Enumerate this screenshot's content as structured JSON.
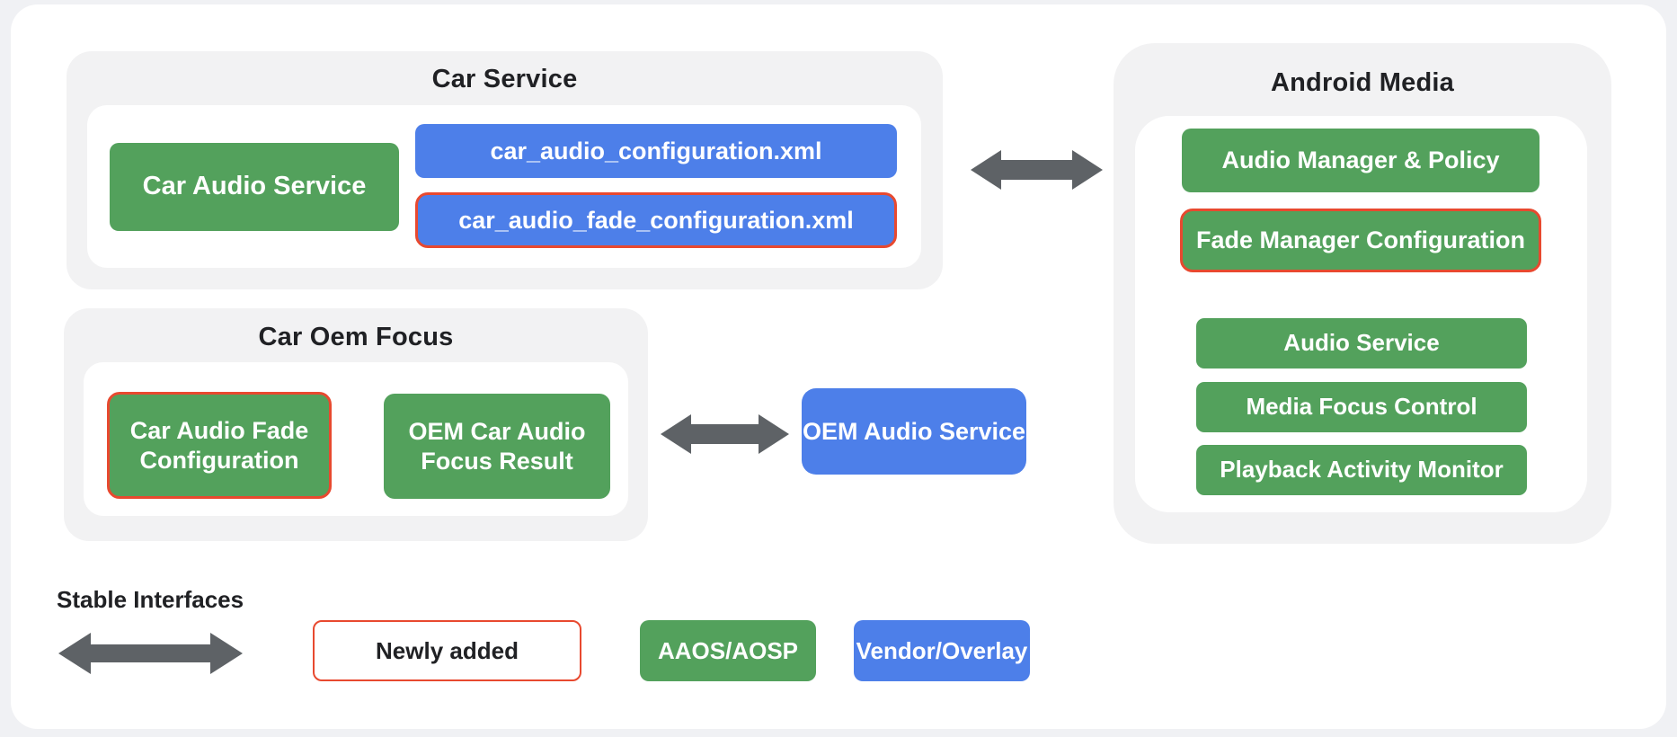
{
  "colors": {
    "green": "#53a15c",
    "blue": "#4d7fe9",
    "red": "#e8492f",
    "arrow": "#5e6266",
    "panel_gray": "#f2f2f3",
    "page_bg": "#f0f1f4",
    "text_dark": "#202124"
  },
  "car_service": {
    "title": "Car Service",
    "car_audio_service": "Car Audio Service",
    "config_xml": "car_audio_configuration.xml",
    "fade_config_xml": "car_audio_fade_configuration.xml"
  },
  "android_media": {
    "title": "Android Media",
    "items": [
      "Audio Manager & Policy",
      "Fade Manager Configuration",
      "Audio Service",
      "Media Focus Control",
      "Playback Activity Monitor"
    ]
  },
  "car_oem_focus": {
    "title": "Car Oem Focus",
    "fade_configuration": "Car Audio Fade Configuration",
    "focus_result": "OEM Car Audio Focus Result"
  },
  "oem_audio_service": {
    "label": "OEM Audio Service"
  },
  "legend": {
    "stable_interfaces": "Stable Interfaces",
    "newly_added": "Newly added",
    "aaos_aosp": "AAOS/AOSP",
    "vendor_overlay": "Vendor/Overlay"
  }
}
